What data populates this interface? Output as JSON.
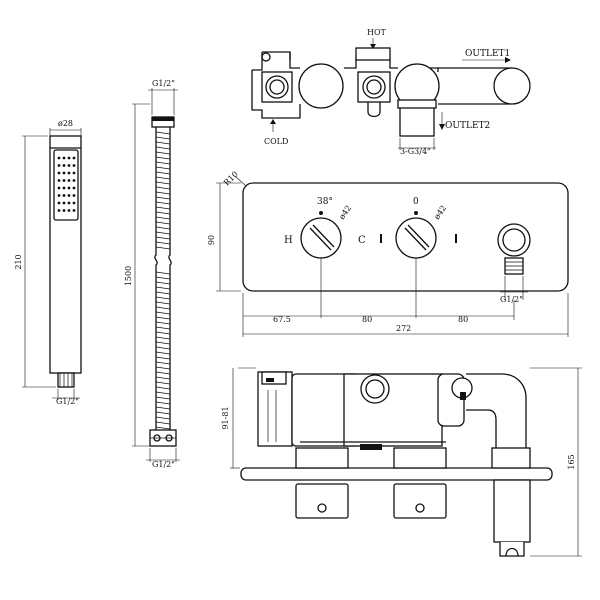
{
  "labels": {
    "hot": "HOT",
    "cold": "COLD",
    "outlet1": "OUTLET1",
    "outlet2": "OUTLET2",
    "g34": "3-G3/4\"",
    "r10": "R10",
    "deg38": "38°",
    "zero": "0",
    "phi42a": "ø42",
    "phi42b": "ø42",
    "h": "H",
    "c": "C",
    "phi28": "ø28",
    "g12_hs": "G1/2\"",
    "g12_hose_top": "G1/2\"",
    "g12_hose_bot": "G1/2\"",
    "g12_elbow": "G1/2\"",
    "d210": "210",
    "d1500": "1500",
    "d90": "90",
    "d675": "67.5",
    "d80a": "80",
    "d80b": "80",
    "d272": "272",
    "d9181": "91-81",
    "d165": "165"
  }
}
